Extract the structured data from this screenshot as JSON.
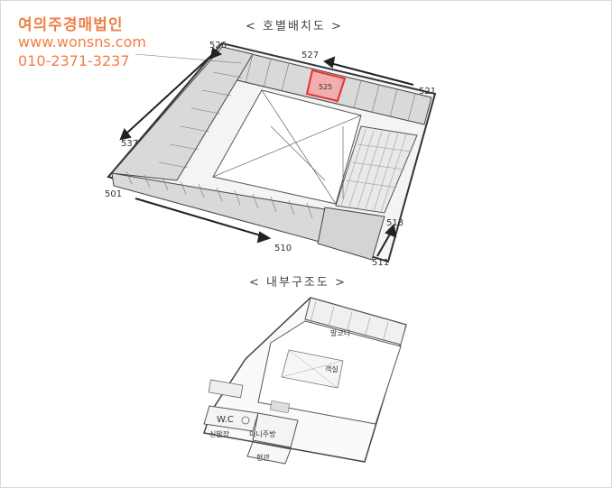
{
  "watermark": {
    "company": "여의주경매법인",
    "website": "www.wonsns.com",
    "phone": "010-2371-3237",
    "color": "#f07f45"
  },
  "floor_plan": {
    "title": "< 호별배치도 >",
    "highlight_unit": "525",
    "highlight_color": "#e83030",
    "unit_labels": {
      "u526": "526",
      "u527": "527",
      "u521": "521",
      "u537": "537",
      "u501": "501",
      "u510": "510",
      "u513": "513",
      "u511": "511"
    }
  },
  "interior": {
    "title": "< 내부구조도 >",
    "rooms": {
      "balcony": "발코니",
      "main": "객실",
      "wc": "W.C",
      "shoes": "신발장",
      "kitchen": "미니주방",
      "entrance": "현관"
    }
  }
}
